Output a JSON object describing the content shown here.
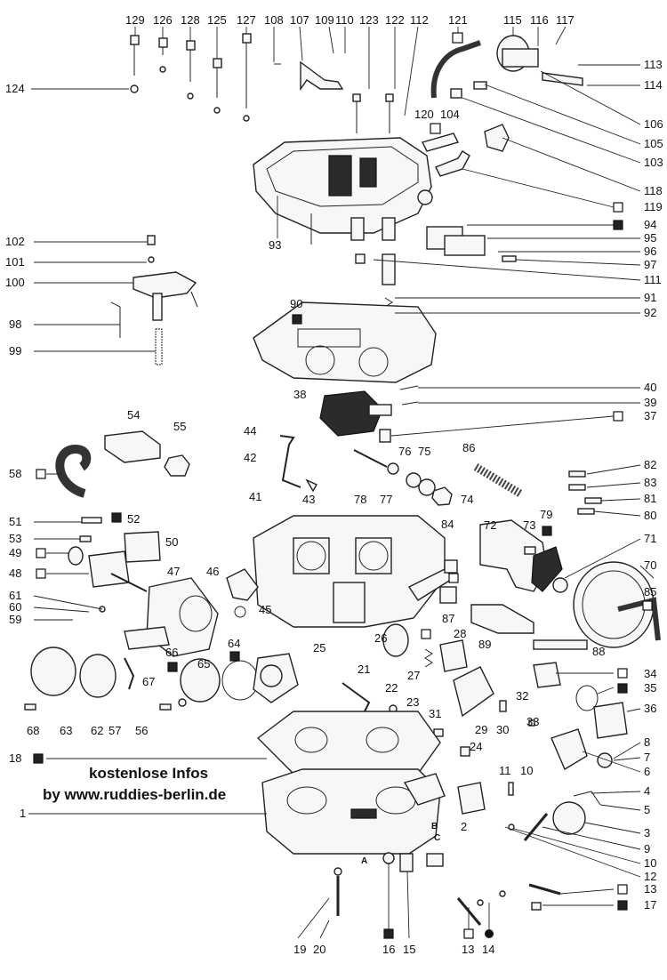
{
  "watermark": {
    "line1": "kostenlose Infos",
    "line2": "by  www.ruddies-berlin.de"
  },
  "marker_legend": {
    "open_square": "open-square-marker",
    "filled_square": "filled-square-marker",
    "filled_dot": "filled-dot-marker"
  },
  "labels": {
    "l1": "1",
    "l2": "2",
    "l3": "3",
    "l4": "4",
    "l5": "5",
    "l6": "6",
    "l7": "7",
    "l8": "8",
    "l9": "9",
    "l10": "10",
    "l10b": "10",
    "l11": "11",
    "l12": "12",
    "l13a": "13",
    "l13b": "13",
    "l14": "14",
    "l15": "15",
    "l16": "16",
    "l17": "17",
    "l18": "18",
    "l19": "19",
    "l20": "20",
    "l21": "21",
    "l22": "22",
    "l23": "23",
    "l24": "24",
    "l25": "25",
    "l26": "26",
    "l27": "27",
    "l28": "28",
    "l29": "29",
    "l30": "30",
    "l31": "31",
    "l32": "32",
    "l33": "33",
    "l34": "34",
    "l35": "35",
    "l36": "36",
    "l37": "37",
    "l38": "38",
    "l39": "39",
    "l40": "40",
    "l41": "41",
    "l42": "42",
    "l43": "43",
    "l44": "44",
    "l45": "45",
    "l46": "46",
    "l47": "47",
    "l48": "48",
    "l49": "49",
    "l50": "50",
    "l51": "51",
    "l52": "52",
    "l53": "53",
    "l54": "54",
    "l55": "55",
    "l56": "56",
    "l57": "57",
    "l58": "58",
    "l59": "59",
    "l60": "60",
    "l61": "61",
    "l62": "62",
    "l63": "63",
    "l64": "64",
    "l65": "65",
    "l66": "66",
    "l67": "67",
    "l68": "68",
    "l70": "70",
    "l71": "71",
    "l72": "72",
    "l73": "73",
    "l74": "74",
    "l75": "75",
    "l76": "76",
    "l77": "77",
    "l78": "78",
    "l79": "79",
    "l80": "80",
    "l81": "81",
    "l82": "82",
    "l83": "83",
    "l84": "84",
    "l85": "85",
    "l86": "86",
    "l87": "87",
    "l88": "88",
    "l89": "89",
    "l90": "90",
    "l91": "91",
    "l92": "92",
    "l93": "93",
    "l94": "94",
    "l95": "95",
    "l96": "96",
    "l97": "97",
    "l98": "98",
    "l99": "99",
    "l100": "100",
    "l101": "101",
    "l102": "102",
    "l103": "103",
    "l104": "104",
    "l105": "105",
    "l106": "106",
    "l107": "107",
    "l108": "108",
    "l109": "109",
    "l110": "110",
    "l111": "111",
    "l112": "112",
    "l113": "113",
    "l114": "114",
    "l115": "115",
    "l116": "116",
    "l117": "117",
    "l118": "118",
    "l119": "119",
    "l120": "120",
    "l121": "121",
    "l122": "122",
    "l123": "123",
    "l124": "124",
    "l125": "125",
    "l126": "126",
    "l127": "127",
    "l128": "128",
    "l129": "129",
    "lA": "A",
    "lB": "B",
    "lC": "C"
  }
}
